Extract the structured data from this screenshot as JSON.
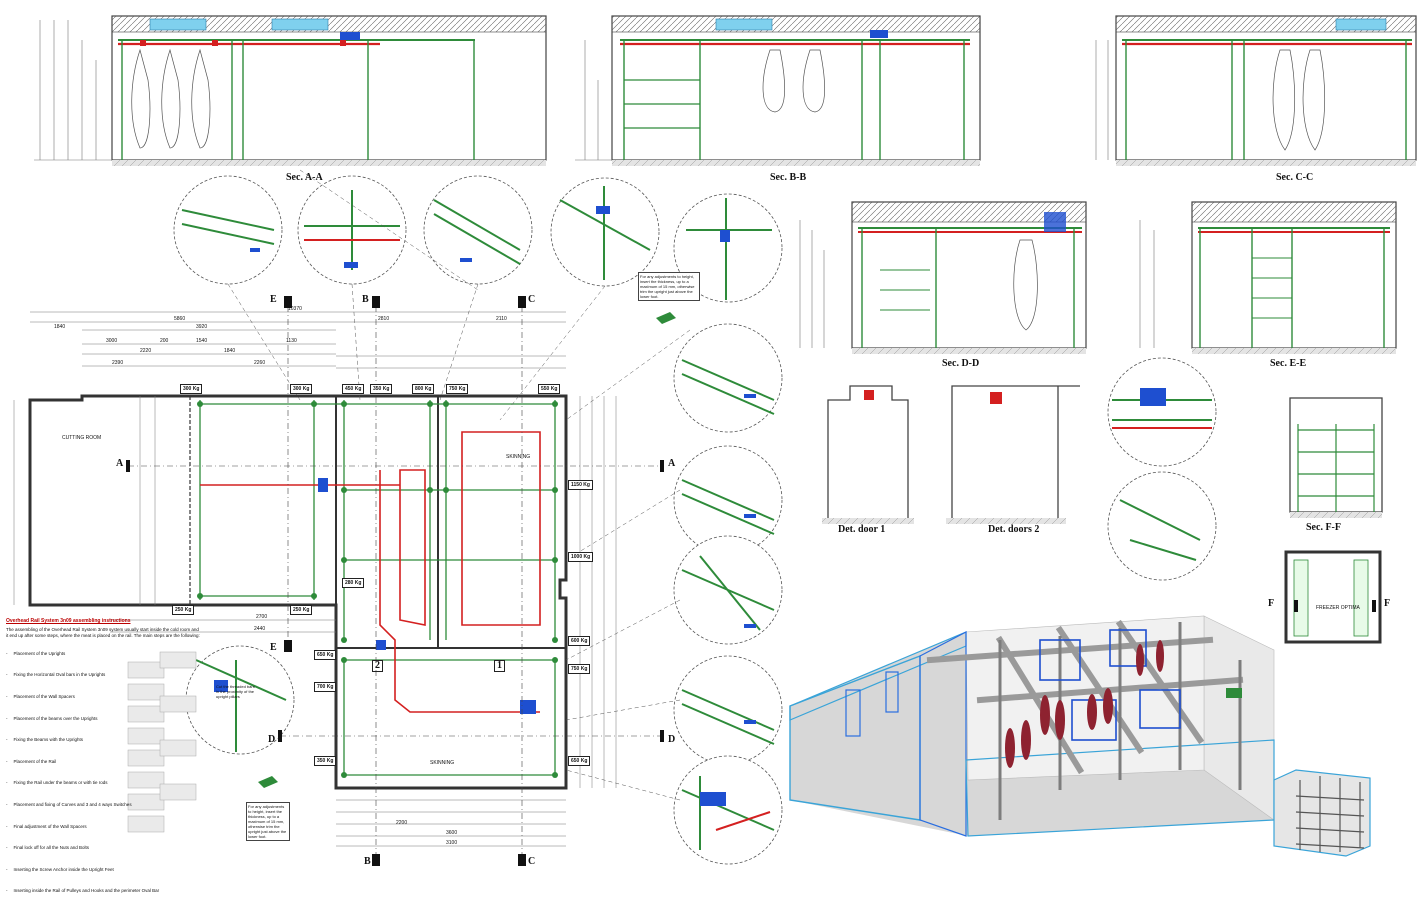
{
  "sections": {
    "a": "Sec. A-A",
    "b": "Sec. B-B",
    "c": "Sec. C-C",
    "d": "Sec. D-D",
    "e": "Sec. E-E",
    "f": "Sec. F-F",
    "door1": "Det. door 1",
    "doors2": "Det. doors 2"
  },
  "plan": {
    "rooms": [
      "CUTTING ROOM",
      "SKINNING",
      "SKINNING"
    ],
    "freezer": "FREEZER OPTIMA",
    "weights": [
      "300 Kg",
      "300 Kg",
      "450 Kg",
      "350 Kg",
      "800 Kg",
      "750 Kg",
      "550 Kg",
      "1150 Kg",
      "1000 Kg",
      "600 Kg",
      "750 Kg",
      "700 Kg",
      "650 Kg",
      "250 Kg",
      "250 Kg",
      "350 Kg",
      "650 Kg",
      "280 Kg"
    ],
    "dims": [
      "10370",
      "2810",
      "2110",
      "5860",
      "1840",
      "3920",
      "3000",
      "200",
      "1540",
      "1130",
      "1840",
      "2220",
      "2260",
      "2390",
      "2440",
      "2700",
      "3600",
      "3100",
      "2200"
    ]
  },
  "markers": [
    "A",
    "A",
    "B",
    "B",
    "C",
    "C",
    "D",
    "D",
    "E",
    "E",
    "F",
    "F",
    "1",
    "2"
  ],
  "instructions": {
    "title": "Overhead Rail System 3n09 assembling instructions",
    "intro": "The assembling of the Overhead Rail System 3n09 system usually start inside the cold room and it end up after some steps, where the meat is placed on the rail. The main steps are the following:",
    "steps": [
      "Placement of the Uprights",
      "Fixing the Horizontal Oval bars in the Uprights",
      "Placement of the Wall Spacers",
      "Placement of the beams over the Uprights",
      "Fixing the Beams with the Uprights",
      "Placement of the Rail",
      "Fixing the Rail under the beams or with tie rods",
      "Placement and fixing of Curves and 3 and 4 ways Switches",
      "Final adjustment of the Wall Spacers",
      "Final lock off for all the Nuts and Bolts",
      "Inserting the Screw Anchor inside the Upright Feet",
      "Inserting inside the Rail of Pulleys and Hooks and the perimeter Oval Bar"
    ]
  },
  "notes": {
    "note1": "For any adjustments to height, insert the thickness, up to a maximum of 15 mm, otherwise trim the upright just above the lower foot.",
    "note2": "For any adjustments to height, insert the thickness, up to a maximum of 15 mm, otherwise trim the upright just above the lower foot.",
    "note3": "Cut the threaded bars in the proximity of the upright pillars"
  },
  "colors": {
    "rail": "#d42020",
    "steel": "#2e8b3a",
    "fixture": "#1e4fd0",
    "wall": "#444444"
  }
}
